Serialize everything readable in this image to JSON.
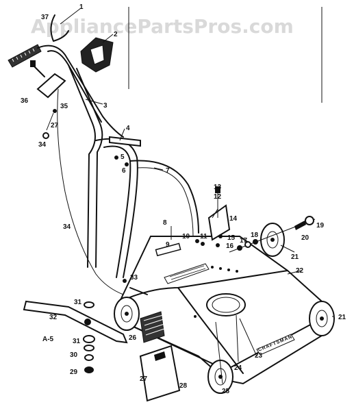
{
  "watermark": "AppliancePartsPros.com",
  "diagram_label": "A-5",
  "brand_plate": "CRAFTSMAN",
  "callouts": [
    "1",
    "2",
    "3",
    "4",
    "5",
    "6",
    "7",
    "8",
    "9",
    "10",
    "11",
    "12",
    "13",
    "14",
    "15",
    "16",
    "17",
    "18",
    "19",
    "20",
    "21",
    "22",
    "23",
    "24",
    "25",
    "26",
    "27",
    "28",
    "29",
    "30",
    "31",
    "32",
    "33",
    "34",
    "35",
    "36",
    "37"
  ],
  "callout_21_b": "21",
  "callout_27_b": "27",
  "callout_34_b": "34",
  "callout_31_b": "31"
}
